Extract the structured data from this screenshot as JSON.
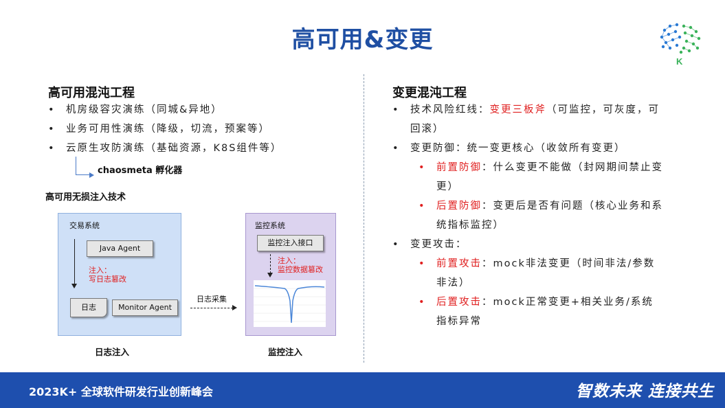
{
  "slide": {
    "title": "高可用&变更",
    "logo_letter": "K"
  },
  "left": {
    "heading": "高可用混沌工程",
    "bullets": [
      "机房级容灾演练（同城&异地）",
      "业务可用性演练（降级，切流，预案等）",
      "云原生攻防演练（基础资源，K8S组件等）"
    ],
    "chaosmeta": "chaosmeta 孵化器",
    "subheading": "高可用无损注入技术",
    "diagram": {
      "box1_label": "交易系统",
      "java_agent": "Java Agent",
      "inject1_line1": "注入：",
      "inject1_line2": "写日志篡改",
      "log_doc": "日志",
      "monitor_agent": "Monitor Agent",
      "collect_label": "日志采集",
      "box2_label": "监控系统",
      "monitor_api": "监控注入接口",
      "inject2_line1": "注入：",
      "inject2_line2": "监控数据篡改",
      "caption1": "日志注入",
      "caption2": "监控注入"
    }
  },
  "right": {
    "heading": "变更混沌工程",
    "b1_prefix": "技术风险红线：",
    "b1_red": "变更三板斧",
    "b1_rest_line1": "（可监控，可灰度，可",
    "b1_rest_line2": "回滚）",
    "b2": "变更防御：统一变更核心（收敛所有变更）",
    "b2_sub1_red": "前置防御",
    "b2_sub1_line1": "：什么变更不能做（封网期间禁止变",
    "b2_sub1_line2": "更）",
    "b2_sub2_red": "后置防御",
    "b2_sub2_line1": "：变更后是否有问题（核心业务和系",
    "b2_sub2_line2": "统指标监控）",
    "b3": "变更攻击：",
    "b3_sub1_red": "前置攻击",
    "b3_sub1_line1": "：mock非法变更（时间非法/参数",
    "b3_sub1_line2": "非法）",
    "b3_sub2_red": "后置攻击",
    "b3_sub2_line1": "：mock正常变更+相关业务/系统",
    "b3_sub2_line2": "指标异常"
  },
  "footer": {
    "event": "2023K+ 全球软件研发行业创新峰会",
    "slogan": "智数未来 连接共生"
  },
  "colors": {
    "title": "#1f4fa3",
    "accent_red": "#e02020",
    "footer_bg": "#1e4fae",
    "box1_bg": "#cfe0f7",
    "box2_bg": "#dcd3ef",
    "chart_line": "#4a86d8"
  },
  "icons": [
    "brain-dots-logo-icon"
  ]
}
